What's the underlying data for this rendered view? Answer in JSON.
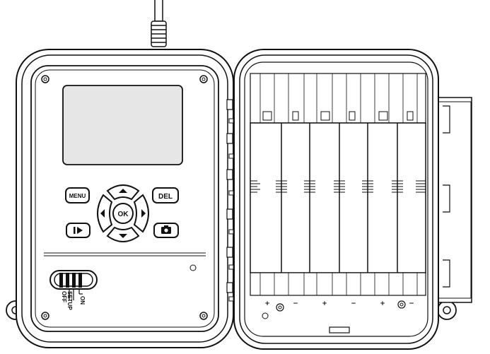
{
  "buttons": {
    "menu": "MENU",
    "del": "DEL",
    "ok": "OK"
  },
  "icons": {
    "play": "play-icon",
    "camera": "camera-icon",
    "up": "arrow-up-icon",
    "down": "arrow-down-icon",
    "left": "arrow-left-icon",
    "right": "arrow-right-icon"
  },
  "power_switch": {
    "positions": [
      "OFF",
      "SETUP",
      "ON"
    ]
  },
  "battery_polarity": [
    "+",
    "−",
    "+",
    "−",
    "+",
    "−"
  ]
}
